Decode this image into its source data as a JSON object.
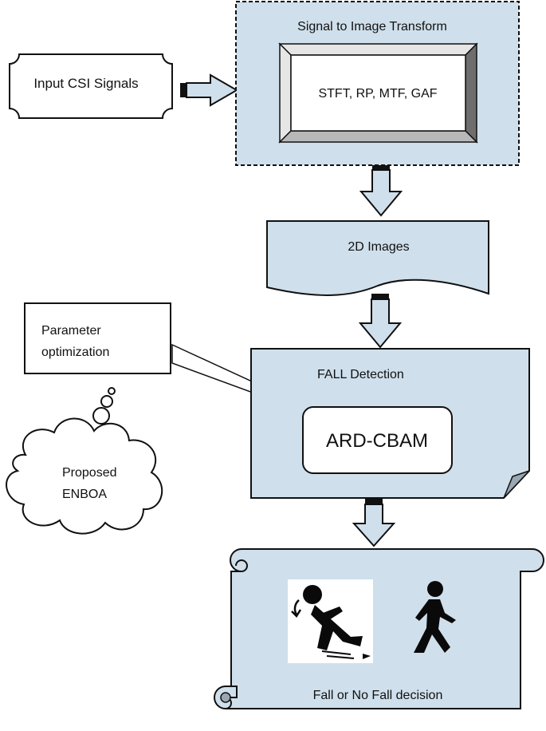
{
  "colors": {
    "box_fill": "#cfdfeb",
    "stroke": "#111111",
    "frame_light": "#e6e6e6",
    "frame_mid": "#b8b8b8",
    "frame_dark": "#6e6e6e",
    "figure": "#0a0a0a"
  },
  "input": {
    "label": "Input CSI Signals"
  },
  "transform": {
    "title": "Signal to Image Transform",
    "methods": "STFT, RP, MTF, GAF"
  },
  "images": {
    "label": "2D Images"
  },
  "detection": {
    "title": "FALL Detection",
    "model": "ARD-CBAM"
  },
  "callout": {
    "line1": "Parameter",
    "line2": "optimization"
  },
  "cloud": {
    "line1": "Proposed",
    "line2": "ENBOA"
  },
  "output": {
    "label": "Fall or No Fall decision",
    "icons": [
      "falling-person-icon",
      "walking-person-icon"
    ]
  }
}
